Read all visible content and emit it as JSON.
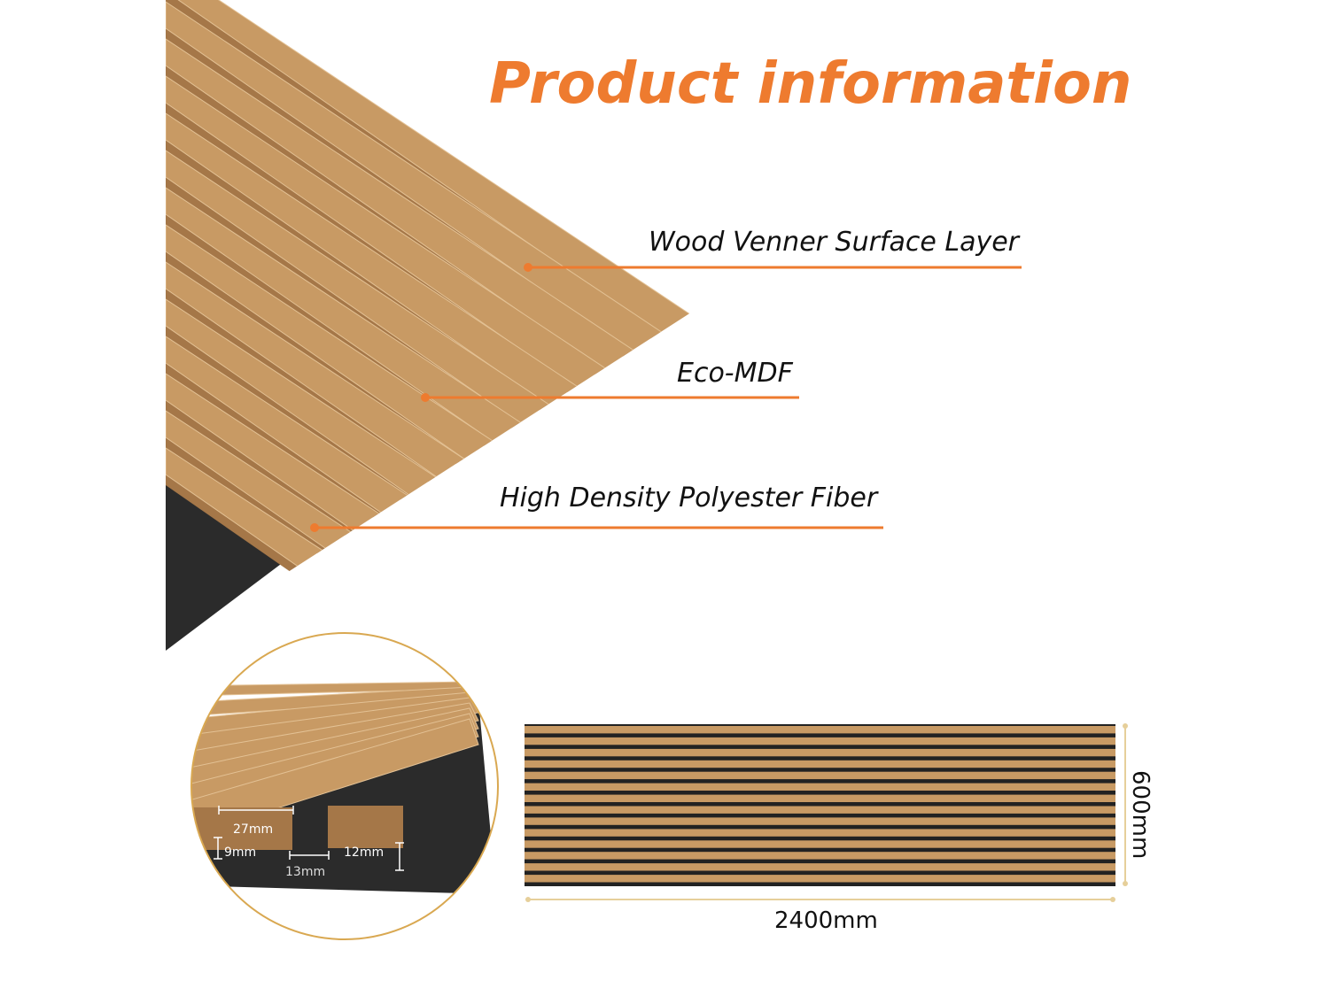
{
  "title": "Product information",
  "layers": [
    {
      "label": "Wood Venner Surface Layer"
    },
    {
      "label": "Eco-MDF"
    },
    {
      "label": "High Density Polyester Fiber"
    }
  ],
  "detail": {
    "slat_width": "27mm",
    "slat_height": "12mm",
    "base_thickness": "9mm",
    "gap": "13mm"
  },
  "panel": {
    "length": "2400mm",
    "width": "600mm"
  },
  "colors": {
    "accent": "#ee7b2f",
    "wood": "#c89a64",
    "wood_dark": "#a57748",
    "felt": "#2a2a2a",
    "circle_border": "#d9a851"
  }
}
